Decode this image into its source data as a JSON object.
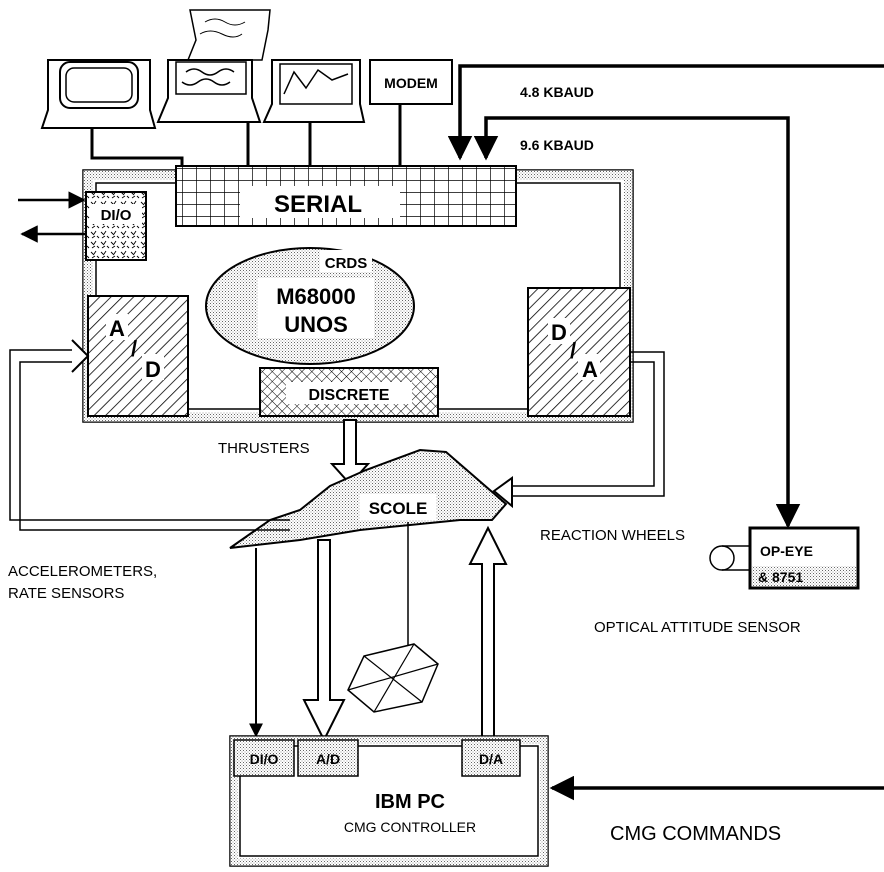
{
  "labels": {
    "modem": "MODEM",
    "baud_48": "4.8  KBAUD",
    "baud_96": "9.6  KBAUD",
    "serial": "SERIAL",
    "dio_main": "DI/O",
    "crds": "CRDS",
    "cpu": "M68000",
    "os": "UNOS",
    "ad_a": "A",
    "ad_slash": "/",
    "ad_d": "D",
    "da_d": "D",
    "da_slash": "/",
    "da_a": "A",
    "discrete": "DISCRETE",
    "thrusters": "THRUSTERS",
    "scole": "SCOLE",
    "reaction_wheels": "REACTION WHEELS",
    "accel_1": "ACCELEROMETERS,",
    "accel_2": "RATE SENSORS",
    "opeye_1": "OP-EYE",
    "opeye_2": "&  8751",
    "optical_sensor": "OPTICAL ATTITUDE SENSOR",
    "pc_dio": "DI/O",
    "pc_ad": "A/D",
    "pc_da": "D/A",
    "ibm_pc": "IBM  PC",
    "cmg_controller": "CMG CONTROLLER",
    "cmg_commands": "CMG COMMANDS"
  }
}
